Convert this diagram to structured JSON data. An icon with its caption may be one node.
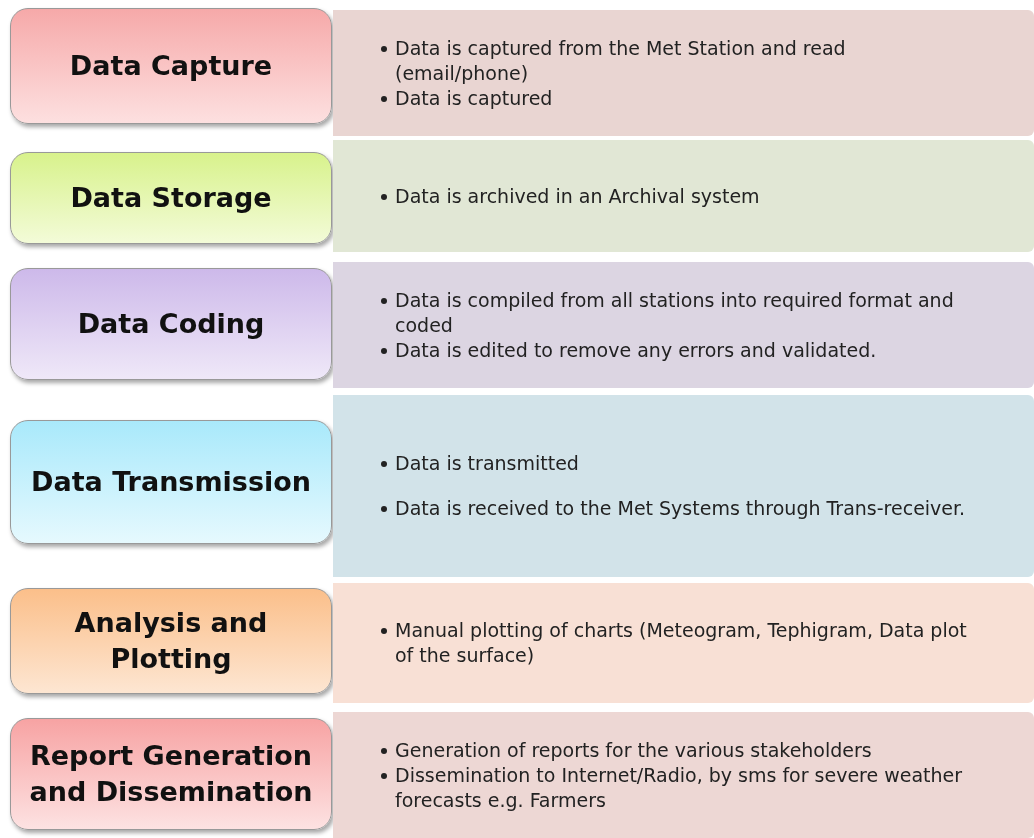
{
  "diagram": {
    "nodes": [
      {
        "text": [
          "Data Capture"
        ]
      },
      {
        "text": [
          "Data is captured from the Met Station and read (email/phone)",
          "Data is captured"
        ]
      },
      {
        "text": [
          "Data Storage"
        ]
      },
      {
        "text": [
          "Data is archived in an Archival system"
        ]
      },
      {
        "text": [
          "Data Coding"
        ]
      },
      {
        "text": [
          "Data is compiled from all stations into required format and coded",
          "Data is edited to remove any errors and validated."
        ]
      },
      {
        "text": [
          "Data Transmission"
        ]
      },
      {
        "text": [
          "Data is transmitted",
          "Data is received to the Met Systems through Trans-receiver."
        ]
      },
      {
        "text": [
          "Analysis and Plotting"
        ]
      },
      {
        "text": [
          "Manual plotting of charts (Meteogram, Tephigram, Data plot of the surface)"
        ]
      },
      {
        "text": [
          "Report Generation and Dissemination"
        ]
      },
      {
        "text": [
          "Generation of reports for the various stakeholders",
          "Dissemination to Internet/Radio, by sms for severe weather forecasts e.g. Farmers"
        ]
      }
    ],
    "edges": []
  }
}
